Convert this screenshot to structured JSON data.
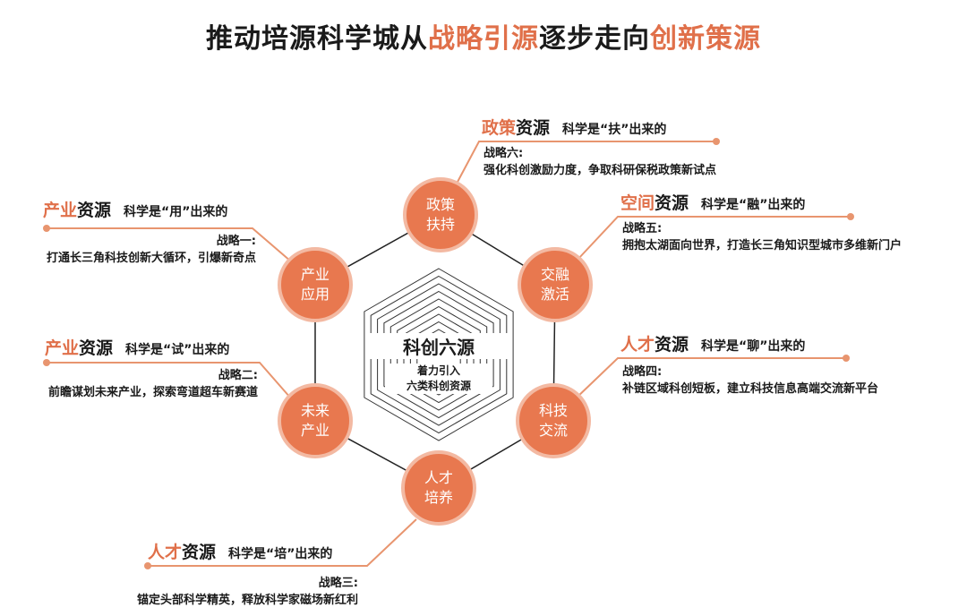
{
  "title": {
    "part1": "推动培源科学城从",
    "part2": "战略引源",
    "part3": "逐步走向",
    "part4": "创新策源"
  },
  "center": {
    "title": "科创六源",
    "subtitle_line1": "着力引入",
    "subtitle_line2": "六类科创资源"
  },
  "nodes": [
    {
      "line1": "政策",
      "line2": "扶持"
    },
    {
      "line1": "交融",
      "line2": "激活"
    },
    {
      "line1": "科技",
      "line2": "交流"
    },
    {
      "line1": "人才",
      "line2": "培养"
    },
    {
      "line1": "未来",
      "line2": "产业"
    },
    {
      "line1": "产业",
      "line2": "应用"
    }
  ],
  "labels": [
    {
      "accent": "政策",
      "rest": "资源",
      "tagline": "科学是“扶”出来的",
      "strategy": "战略六:",
      "desc": "强化科创激励力度，争取科研保税政策新试点"
    },
    {
      "accent": "空间",
      "rest": "资源",
      "tagline": "科学是“融”出来的",
      "strategy": "战略五:",
      "desc": "拥抱太湖面向世界，打造长三角知识型城市多维新门户"
    },
    {
      "accent": "人才",
      "rest": "资源",
      "tagline": "科学是“聊”出来的",
      "strategy": "战略四:",
      "desc": "补链区域科创短板，建立科技信息高端交流新平台"
    },
    {
      "accent": "人才",
      "rest": "资源",
      "tagline": "科学是“培”出来的",
      "strategy": "战略三:",
      "desc": "锚定头部科学精英，释放科学家磁场新红利"
    },
    {
      "accent": "产业",
      "rest": "资源",
      "tagline": "科学是“试”出来的",
      "strategy": "战略二:",
      "desc": "前瞻谋划未来产业，探索弯道超车新赛道"
    },
    {
      "accent": "产业",
      "rest": "资源",
      "tagline": "科学是“用”出来的",
      "strategy": "战略一:",
      "desc": "打通长三角科技创新大循环，引爆新奇点"
    }
  ],
  "colors": {
    "accent": "#e0704a",
    "node": "#e8784f"
  }
}
